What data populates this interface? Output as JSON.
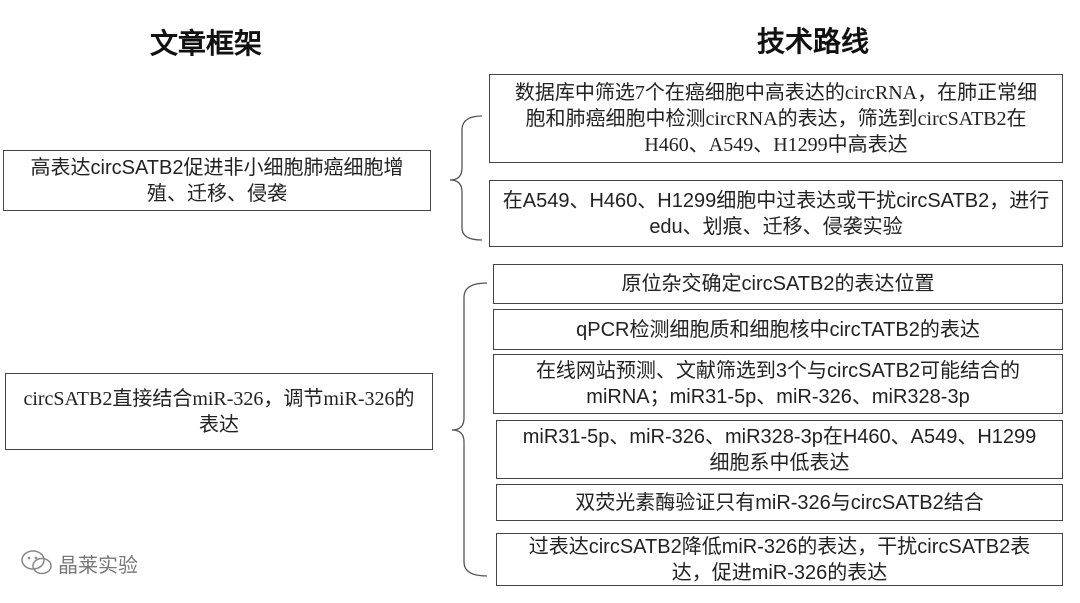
{
  "headers": {
    "left": "文章框架",
    "right": "技术路线"
  },
  "framework": [
    {
      "text": "高表达circSATB2促进非小细胞肺癌细胞增殖、迁移、侵袭"
    },
    {
      "text": "circSATB2直接结合miR-326，调节miR-326的表达"
    }
  ],
  "route": [
    {
      "text": "数据库中筛选7个在癌细胞中高表达的circRNA，在肺正常细胞和肺癌细胞中检测circRNA的表达，筛选到circSATB2在H460、A549、H1299中高表达"
    },
    {
      "text": "在A549、H460、H1299细胞中过表达或干扰circSATB2，进行edu、划痕、迁移、侵袭实验"
    },
    {
      "text": "原位杂交确定circSATB2的表达位置"
    },
    {
      "text": "qPCR检测细胞质和细胞核中circTATB2的表达"
    },
    {
      "text": "在线网站预测、文献筛选到3个与circSATB2可能结合的miRNA；miR31-5p、miR-326、miR328-3p"
    },
    {
      "text": "miR31-5p、miR-326、miR328-3p在H460、A549、H1299细胞系中低表达"
    },
    {
      "text": "双荧光素酶验证只有miR-326与circSATB2结合"
    },
    {
      "text": "过表达circSATB2降低miR-326的表达，干扰circSATB2表达，促进miR-326的表达"
    }
  ],
  "watermark": {
    "text": "晶莱实验",
    "icon": "wechat-icon"
  }
}
